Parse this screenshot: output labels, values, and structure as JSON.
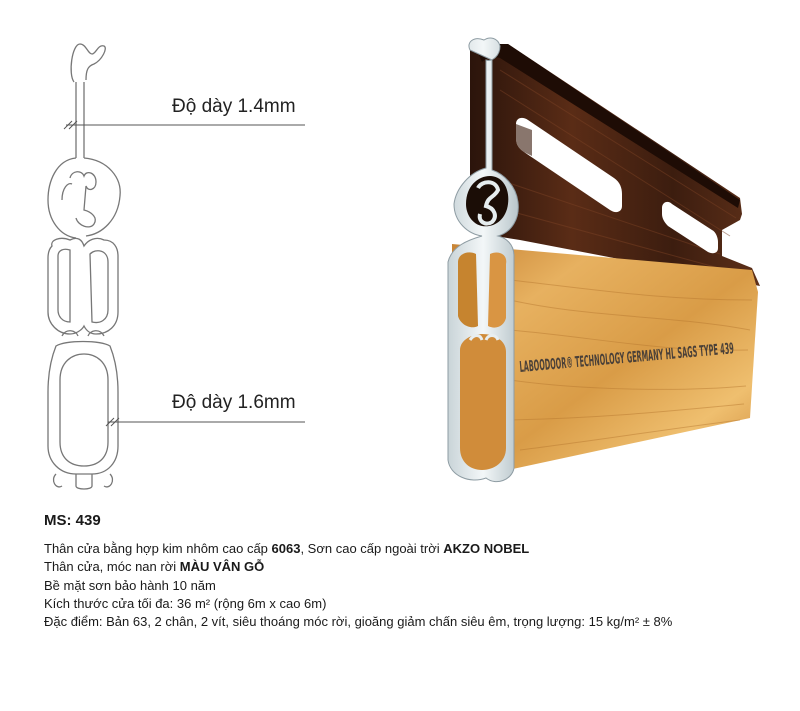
{
  "drawing": {
    "thickness_top": "Độ dày 1.4mm",
    "thickness_bottom": "Độ dày 1.6mm",
    "slat_print": "LABOODOOR® TECHNOLOGY GERMANY HL SAGS TYPE 439"
  },
  "product": {
    "code_label": "MS: 439",
    "line1_a": "Thân cửa bằng hợp kim nhôm cao cấp ",
    "line1_b": "6063",
    "line1_c": ", Sơn cao cấp ngoài trời ",
    "line1_d": "AKZO NOBEL",
    "line2_a": "Thân cửa, móc nan rời ",
    "line2_b": "MÀU VÂN GỖ",
    "line3": "Bề mặt sơn bảo hành 10 năm",
    "line4": "Kích thước cửa tối đa: 36 m² (rộng 6m x cao 6m)",
    "line5": "Đặc điểm: Bản 63, 2 chân, 2 vít, siêu thoáng móc rời, gioăng giảm chấn siêu êm, trọng lượng: 15 kg/m² ± 8%"
  },
  "colors": {
    "dark_wood": "#4a2412",
    "light_wood": "#d79a45",
    "aluminum": "#dfe7ea"
  }
}
